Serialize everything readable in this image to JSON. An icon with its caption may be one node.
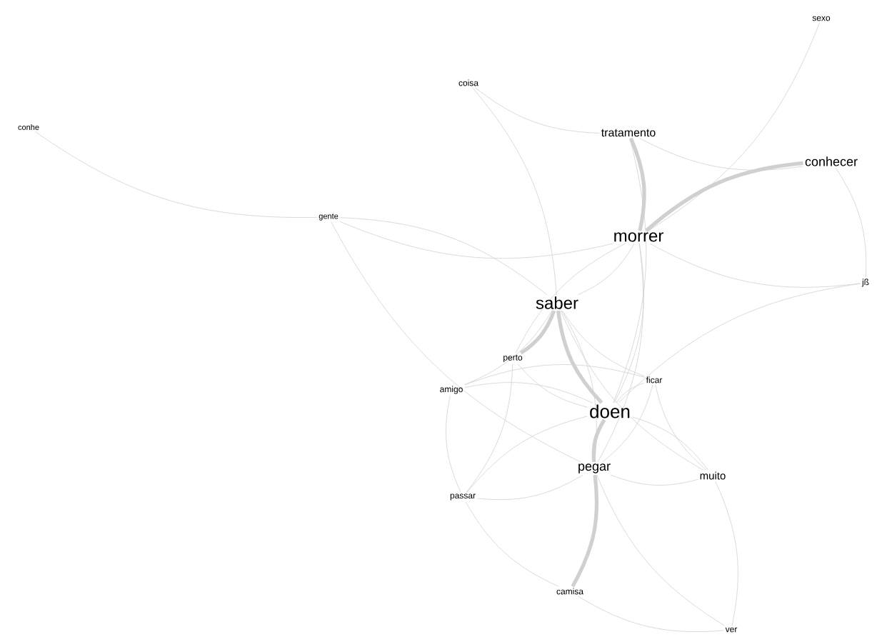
{
  "diagram": {
    "nodes": [
      {
        "text": [
          "sexo"
        ]
      },
      {
        "text": [
          "coisa"
        ]
      },
      {
        "text": [
          "conhe"
        ]
      },
      {
        "text": [
          "tratamento"
        ]
      },
      {
        "text": [
          "conhecer"
        ]
      },
      {
        "text": [
          "gente"
        ]
      },
      {
        "text": [
          "morrer"
        ]
      },
      {
        "text": [
          "jß"
        ]
      },
      {
        "text": [
          "saber"
        ]
      },
      {
        "text": [
          "perto"
        ]
      },
      {
        "text": [
          "ficar"
        ]
      },
      {
        "text": [
          "amigo"
        ]
      },
      {
        "text": [
          "doen"
        ]
      },
      {
        "text": [
          "pegar"
        ]
      },
      {
        "text": [
          "muito"
        ]
      },
      {
        "text": [
          "passar"
        ]
      },
      {
        "text": [
          "camisa"
        ]
      },
      {
        "text": [
          "ver"
        ]
      }
    ],
    "edges": [
      {
        "from": 0,
        "to": 6,
        "arrow": "none"
      },
      {
        "from": 1,
        "to": 3,
        "arrow": "none"
      },
      {
        "from": 1,
        "to": 8,
        "arrow": "none"
      },
      {
        "from": 2,
        "to": 5,
        "arrow": "none"
      },
      {
        "from": 3,
        "to": 6,
        "arrow": "none",
        "style": "thick"
      },
      {
        "from": 3,
        "to": 4,
        "arrow": "none"
      },
      {
        "from": 3,
        "to": 12,
        "arrow": "none"
      },
      {
        "from": 4,
        "to": 6,
        "arrow": "none",
        "style": "thick"
      },
      {
        "from": 4,
        "to": 7,
        "arrow": "none"
      },
      {
        "from": 5,
        "to": 6,
        "arrow": "none"
      },
      {
        "from": 5,
        "to": 8,
        "arrow": "none"
      },
      {
        "from": 5,
        "to": 13,
        "arrow": "none"
      },
      {
        "from": 6,
        "to": 8,
        "arrow": "none"
      },
      {
        "from": 6,
        "to": 7,
        "arrow": "none"
      },
      {
        "from": 6,
        "to": 12,
        "arrow": "none"
      },
      {
        "from": 6,
        "to": 9,
        "arrow": "none"
      },
      {
        "from": 6,
        "to": 13,
        "arrow": "none"
      },
      {
        "from": 8,
        "to": 12,
        "arrow": "none",
        "style": "thick"
      },
      {
        "from": 8,
        "to": 9,
        "arrow": "none",
        "style": "thick"
      },
      {
        "from": 8,
        "to": 10,
        "arrow": "none"
      },
      {
        "from": 8,
        "to": 13,
        "arrow": "none"
      },
      {
        "from": 8,
        "to": 14,
        "arrow": "none"
      },
      {
        "from": 8,
        "to": 11,
        "arrow": "none"
      },
      {
        "from": 7,
        "to": 12,
        "arrow": "none"
      },
      {
        "from": 12,
        "to": 9,
        "arrow": "none"
      },
      {
        "from": 12,
        "to": 11,
        "arrow": "none"
      },
      {
        "from": 12,
        "to": 10,
        "arrow": "none"
      },
      {
        "from": 12,
        "to": 13,
        "arrow": "none",
        "style": "thick"
      },
      {
        "from": 12,
        "to": 14,
        "arrow": "none"
      },
      {
        "from": 12,
        "to": 15,
        "arrow": "none"
      },
      {
        "from": 13,
        "to": 16,
        "arrow": "none",
        "style": "thick"
      },
      {
        "from": 13,
        "to": 14,
        "arrow": "none"
      },
      {
        "from": 13,
        "to": 15,
        "arrow": "none"
      },
      {
        "from": 13,
        "to": 17,
        "arrow": "none"
      },
      {
        "from": 11,
        "to": 10,
        "arrow": "none"
      },
      {
        "from": 11,
        "to": 15,
        "arrow": "none"
      },
      {
        "from": 9,
        "to": 15,
        "arrow": "none"
      },
      {
        "from": 16,
        "to": 17,
        "arrow": "none"
      },
      {
        "from": 14,
        "to": 17,
        "arrow": "none"
      },
      {
        "from": 10,
        "to": 14,
        "arrow": "none"
      },
      {
        "from": 10,
        "to": 13,
        "arrow": "none"
      },
      {
        "from": 15,
        "to": 16,
        "arrow": "none"
      }
    ]
  }
}
